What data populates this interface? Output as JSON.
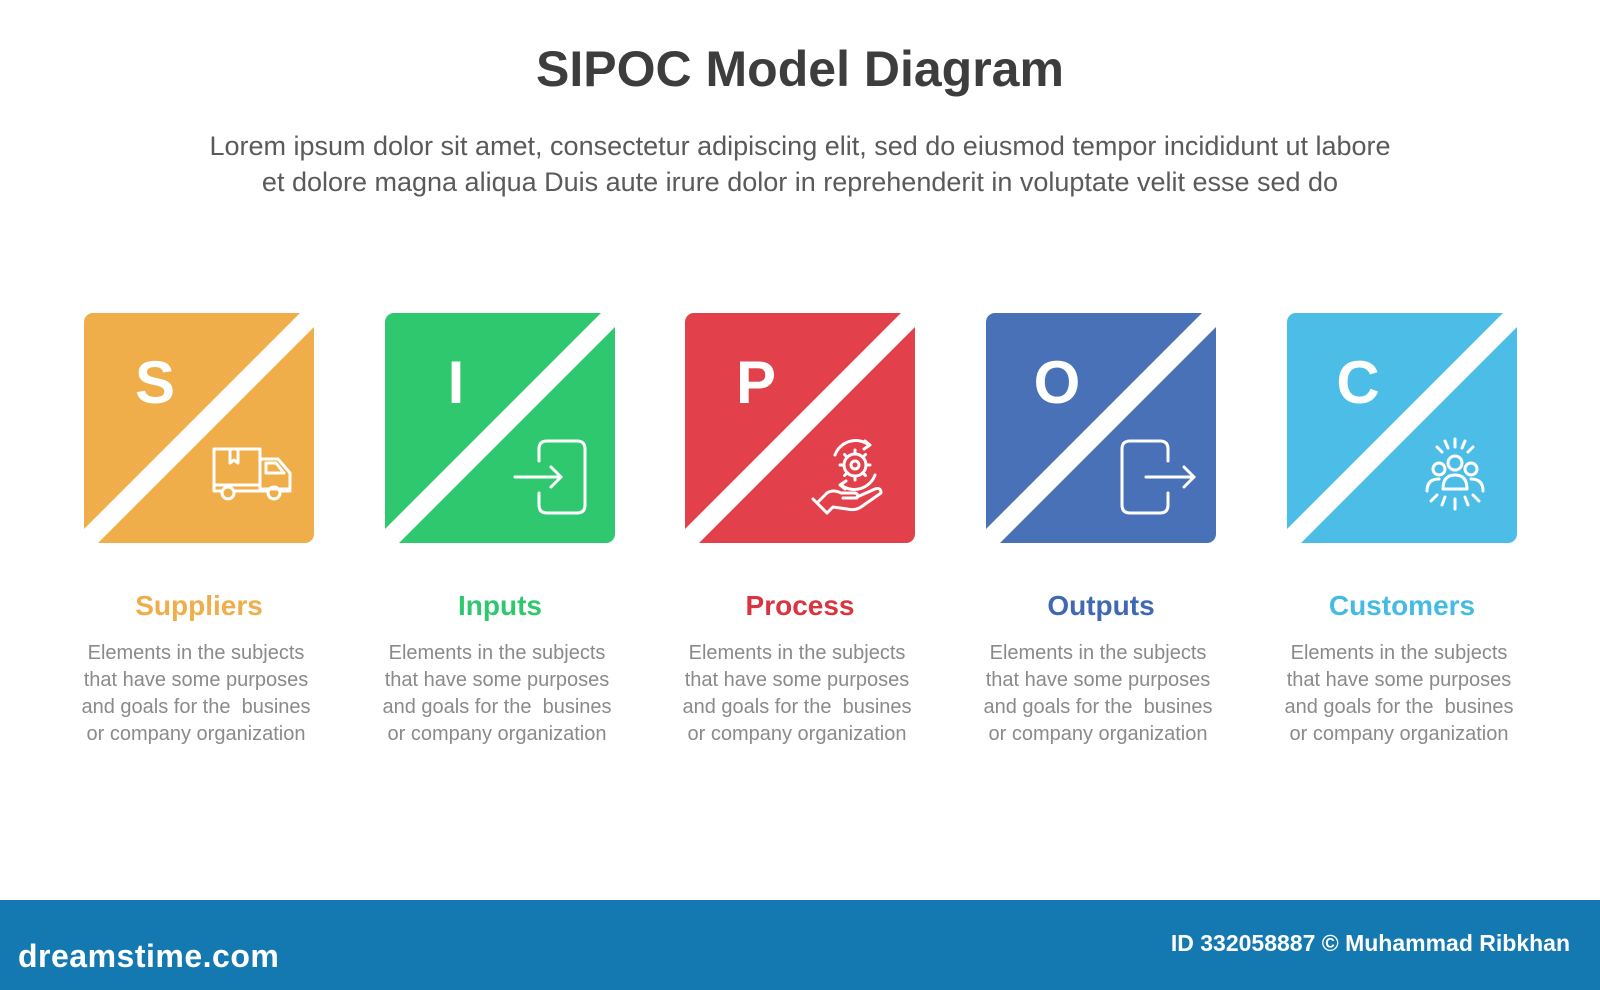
{
  "header": {
    "title": "SIPOC Model Diagram",
    "subtitle_lines": [
      "Lorem ipsum dolor sit amet, consectetur adipiscing elit, sed do eiusmod tempor incididunt ut labore",
      "et dolore magna aliqua Duis aute irure dolor in reprehenderit in voluptate velit esse sed do"
    ]
  },
  "steps": [
    {
      "letter": "S",
      "label": "Suppliers",
      "icon": "truck-icon",
      "color": "#f0ae4a",
      "label_color": "#f0ae4a",
      "description_lines": [
        "Elements in the subjects",
        "that have some purposes",
        "and goals for the  busines",
        "or company organization"
      ]
    },
    {
      "letter": "I",
      "label": "Inputs",
      "icon": "sign-in-icon",
      "color": "#2fc86e",
      "label_color": "#2fc86e",
      "description_lines": [
        "Elements in the subjects",
        "that have some purposes",
        "and goals for the  busines",
        "or company organization"
      ]
    },
    {
      "letter": "P",
      "label": "Process",
      "icon": "gear-hand-icon",
      "color": "#e2404a",
      "label_color": "#d9343f",
      "description_lines": [
        "Elements in the subjects",
        "that have some purposes",
        "and goals for the  busines",
        "or company organization"
      ]
    },
    {
      "letter": "O",
      "label": "Outputs",
      "icon": "sign-out-icon",
      "color": "#4971b7",
      "label_color": "#3f69b2",
      "description_lines": [
        "Elements in the subjects",
        "that have some purposes",
        "and goals for the  busines",
        "or company organization"
      ]
    },
    {
      "letter": "C",
      "label": "Customers",
      "icon": "customers-group-icon",
      "color": "#4cbde6",
      "label_color": "#45bbe4",
      "description_lines": [
        "Elements in the subjects",
        "that have some purposes",
        "and goals for the  busines",
        "or company organization"
      ]
    }
  ],
  "footer": {
    "brand": "dreamstime.com",
    "credit": "ID 332058887 © Muhammad Ribkhan"
  }
}
